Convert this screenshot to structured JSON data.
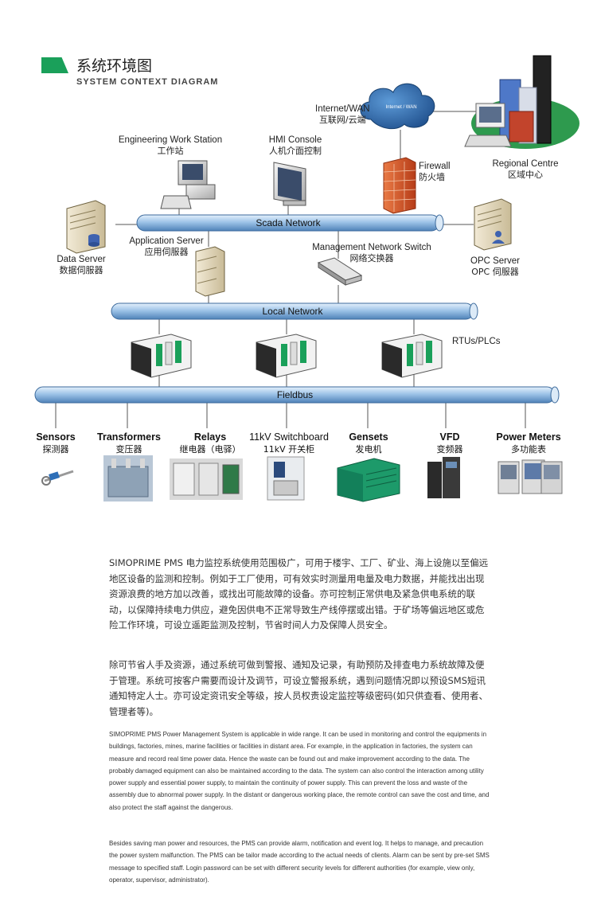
{
  "header": {
    "title_cn": "系统环境图",
    "title_en": "SYSTEM CONTEXT DIAGRAM"
  },
  "nodes": {
    "internet": {
      "en": "Internet/WAN",
      "cn": "互联网/云端",
      "cloud_text": "Internet / WAN"
    },
    "ews": {
      "en": "Engineering Work Station",
      "cn": "工作站"
    },
    "hmi": {
      "en": "HMI Console",
      "cn": "人机介面控制"
    },
    "firewall": {
      "en": "Firewall",
      "cn": "防火墙"
    },
    "regional": {
      "en": "Regional Centre",
      "cn": "区域中心"
    },
    "data_server": {
      "en": "Data Server",
      "cn": "数据伺服器"
    },
    "app_server": {
      "en": "Application Server",
      "cn": "应用伺服器"
    },
    "switch": {
      "en": "Management Network Switch",
      "cn": "网络交换器"
    },
    "opc_server": {
      "en": "OPC Server",
      "cn": "OPC 伺服器"
    },
    "rtus": {
      "en": "RTUs/PLCs"
    }
  },
  "networks": {
    "scada": "Scada Network",
    "local": "Local Network",
    "fieldbus": "Fieldbus"
  },
  "devices": [
    {
      "en": "Sensors",
      "cn": "探测器"
    },
    {
      "en": "Transformers",
      "cn": "变压器"
    },
    {
      "en": "Relays",
      "cn": "继电器（电驿）"
    },
    {
      "en": "11kV Switchboard",
      "cn": "11kV 开关柜"
    },
    {
      "en": "Gensets",
      "cn": "发电机"
    },
    {
      "en": "VFD",
      "cn": "变频器"
    },
    {
      "en": "Power Meters",
      "cn": "多功能表"
    }
  ],
  "paragraphs": {
    "cn1": "SIMOPRIME PMS 电力监控系统使用范围极广，可用于楼宇、工厂、矿业、海上设施以至偏远地区设备的监测和控制。例如于工厂使用，可有效实时测量用电量及电力数据，并能找出出现资源浪费的地方加以改善，或找出可能故障的设备。亦可控制正常供电及紧急供电系统的联动，以保障持续电力供应，避免因供电不正常导致生产线停摆或出错。于矿场等偏远地区或危险工作环境，可设立遥距监测及控制，节省时间人力及保障人员安全。",
    "cn2": "除可节省人手及资源，通过系统可做到警报、通知及记录，有助预防及排查电力系统故障及便于管理。系统可按客户需要而设计及调节，可设立警报系统，遇到问题情况即以预设SMS短讯通知特定人士。亦可设定资讯安全等级，按人员权责设定监控等级密码(如只供查看、使用者、管理者等)。",
    "en1": "SIMOPRIME PMS  Power Management System is applicable in wide range. It can be used in monitoring and control the equipments in buildings, factories, mines, marine facilities or facilities in distant area. For example, in the application in factories, the system can measure and record real time power data. Hence the waste can be found out and make improvement according to the data. The probably damaged equipment can also be maintained according to the data. The system can also control the interaction among utility power supply and essential power supply, to maintain the continuity of power supply. This can prevent the loss and waste of the assembly due to abnormal power supply. In the distant or dangerous working place, the remote control can save the cost and time, and also protect the staff against the dangerous.",
    "en2": "Besides saving man power and resources, the PMS can provide alarm, notification and event log. It helps to manage, and precaution the power system malfunction. The PMS can be tailor made according to the actual needs of clients. Alarm can be sent by pre-set SMS message to specified staff. Login password can be set with different security levels for different authorities (for example, view only, operator, supervisor, administrator)."
  },
  "colors": {
    "accent_green": "#1aa05a",
    "pipe_blue": "#9ec4e8",
    "firewall_red": "#d9552a",
    "cloud_blue": "#2f6fb0"
  }
}
